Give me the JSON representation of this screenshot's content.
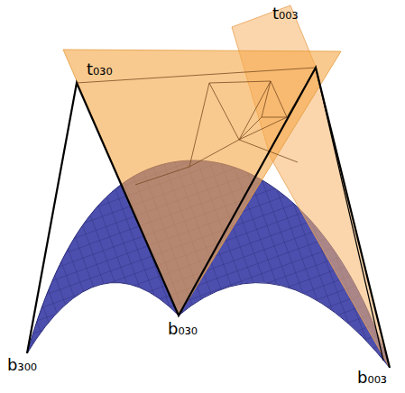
{
  "diagram": {
    "labels": [
      "t₀₀₃",
      "t₀₃₀",
      "b₃₀₀",
      "b₀₃₀",
      "b₀₀₃"
    ]
  }
}
